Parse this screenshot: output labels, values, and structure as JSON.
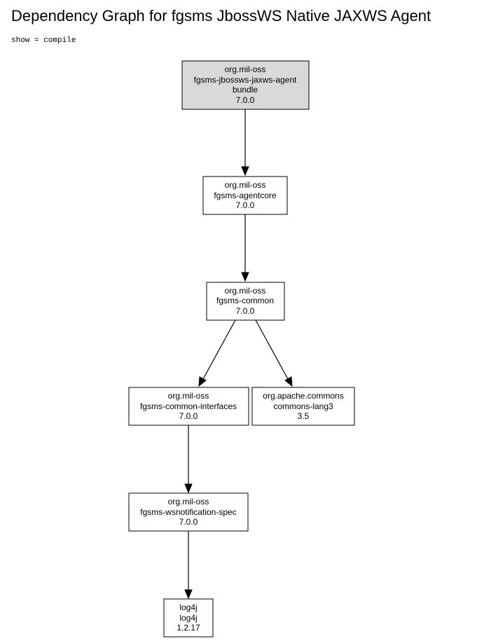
{
  "title": "Dependency Graph for fgsms JbossWS Native JAXWS Agent",
  "scope_label": "show = compile",
  "nodes": {
    "agent": {
      "group": "org.mil-oss",
      "artifact": "fgsms-jbossws-jaxws-agent",
      "type": "bundle",
      "version": "7.0.0"
    },
    "agentcore": {
      "group": "org.mil-oss",
      "artifact": "fgsms-agentcore",
      "version": "7.0.0"
    },
    "common": {
      "group": "org.mil-oss",
      "artifact": "fgsms-common",
      "version": "7.0.0"
    },
    "common_interfaces": {
      "group": "org.mil-oss",
      "artifact": "fgsms-common-interfaces",
      "version": "7.0.0"
    },
    "commons_lang3": {
      "group": "org.apache.commons",
      "artifact": "commons-lang3",
      "version": "3.5"
    },
    "wsnotification": {
      "group": "org.mil-oss",
      "artifact": "fgsms-wsnotification-spec",
      "version": "7.0.0"
    },
    "log4j": {
      "group": "log4j",
      "artifact": "log4j",
      "version": "1.2.17"
    }
  },
  "edges": [
    {
      "from": "agent",
      "to": "agentcore"
    },
    {
      "from": "agentcore",
      "to": "common"
    },
    {
      "from": "common",
      "to": "common_interfaces"
    },
    {
      "from": "common",
      "to": "commons_lang3"
    },
    {
      "from": "common_interfaces",
      "to": "wsnotification"
    },
    {
      "from": "wsnotification",
      "to": "log4j"
    }
  ],
  "colors": {
    "root_fill": "#d9d9d9",
    "node_fill": "#ffffff",
    "stroke": "#000000"
  }
}
